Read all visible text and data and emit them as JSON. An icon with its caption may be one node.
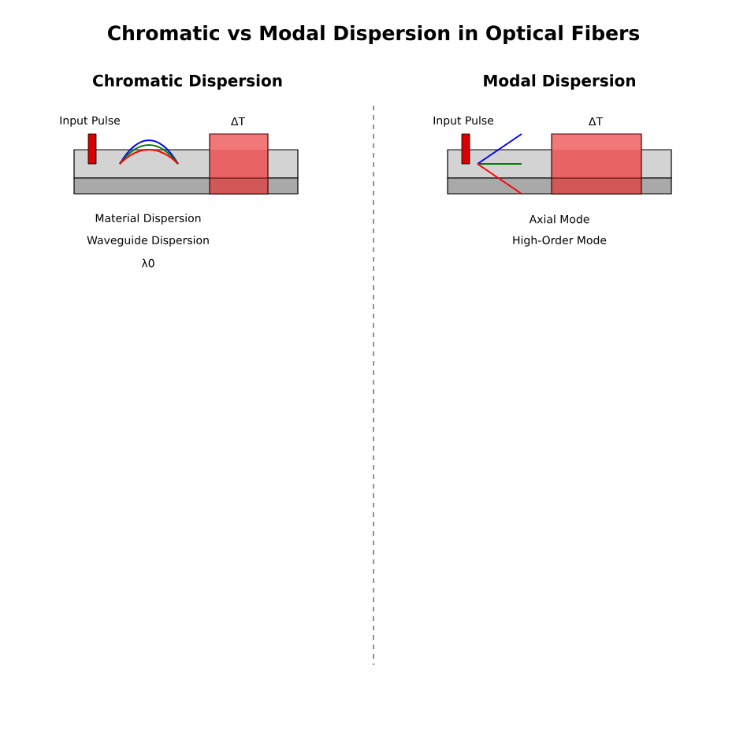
{
  "diagram": {
    "title": "Chromatic vs Modal Dispersion in Optical Fibers",
    "labels": [
      "Chromatic Dispersion",
      "Input Pulse",
      "ΔT",
      "Material Dispersion",
      "Waveguide Dispersion",
      "λ0",
      "Modal Dispersion",
      "Input Pulse",
      "ΔT",
      "Axial Mode",
      "High-Order Mode"
    ]
  }
}
